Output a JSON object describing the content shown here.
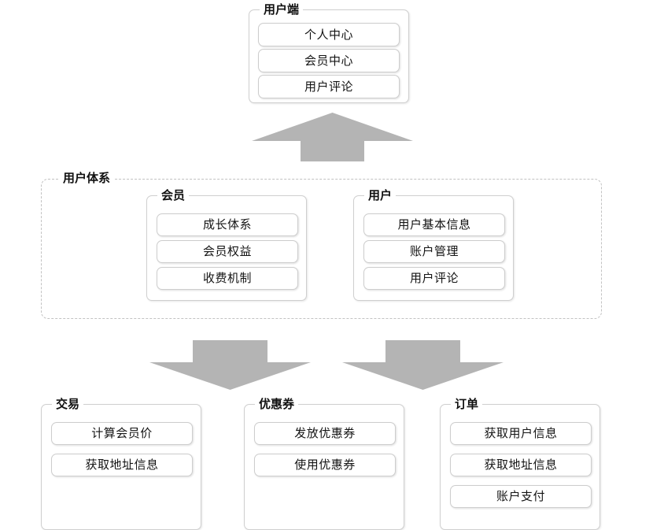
{
  "diagram": {
    "title_colors": {
      "border": "#cfcfcf",
      "dashed_border": "#c2c2c2",
      "arrow_fill": "#b4b4b4",
      "text": "#141414",
      "background": "#ffffff"
    },
    "groups": [
      {
        "id": "client",
        "legend": "用户端",
        "items": [
          "个人中心",
          "会员中心",
          "用户评论"
        ]
      },
      {
        "id": "user-system",
        "legend": "用户体系",
        "items": []
      },
      {
        "id": "member",
        "legend": "会员",
        "items": [
          "成长体系",
          "会员权益",
          "收费机制"
        ]
      },
      {
        "id": "user",
        "legend": "用户",
        "items": [
          "用户基本信息",
          "账户管理",
          "用户评论"
        ]
      },
      {
        "id": "transaction",
        "legend": "交易",
        "items": [
          "计算会员价",
          "获取地址信息"
        ]
      },
      {
        "id": "coupon",
        "legend": "优惠券",
        "items": [
          "发放优惠券",
          "使用优惠券"
        ]
      },
      {
        "id": "order",
        "legend": "订单",
        "items": [
          "获取用户信息",
          "获取地址信息",
          "账户支付"
        ]
      }
    ],
    "arrows": [
      {
        "id": "up-arrow-to-client",
        "direction": "up"
      },
      {
        "id": "down-arrow-to-coupon-left",
        "direction": "down"
      },
      {
        "id": "down-arrow-to-order-right",
        "direction": "down"
      }
    ]
  }
}
